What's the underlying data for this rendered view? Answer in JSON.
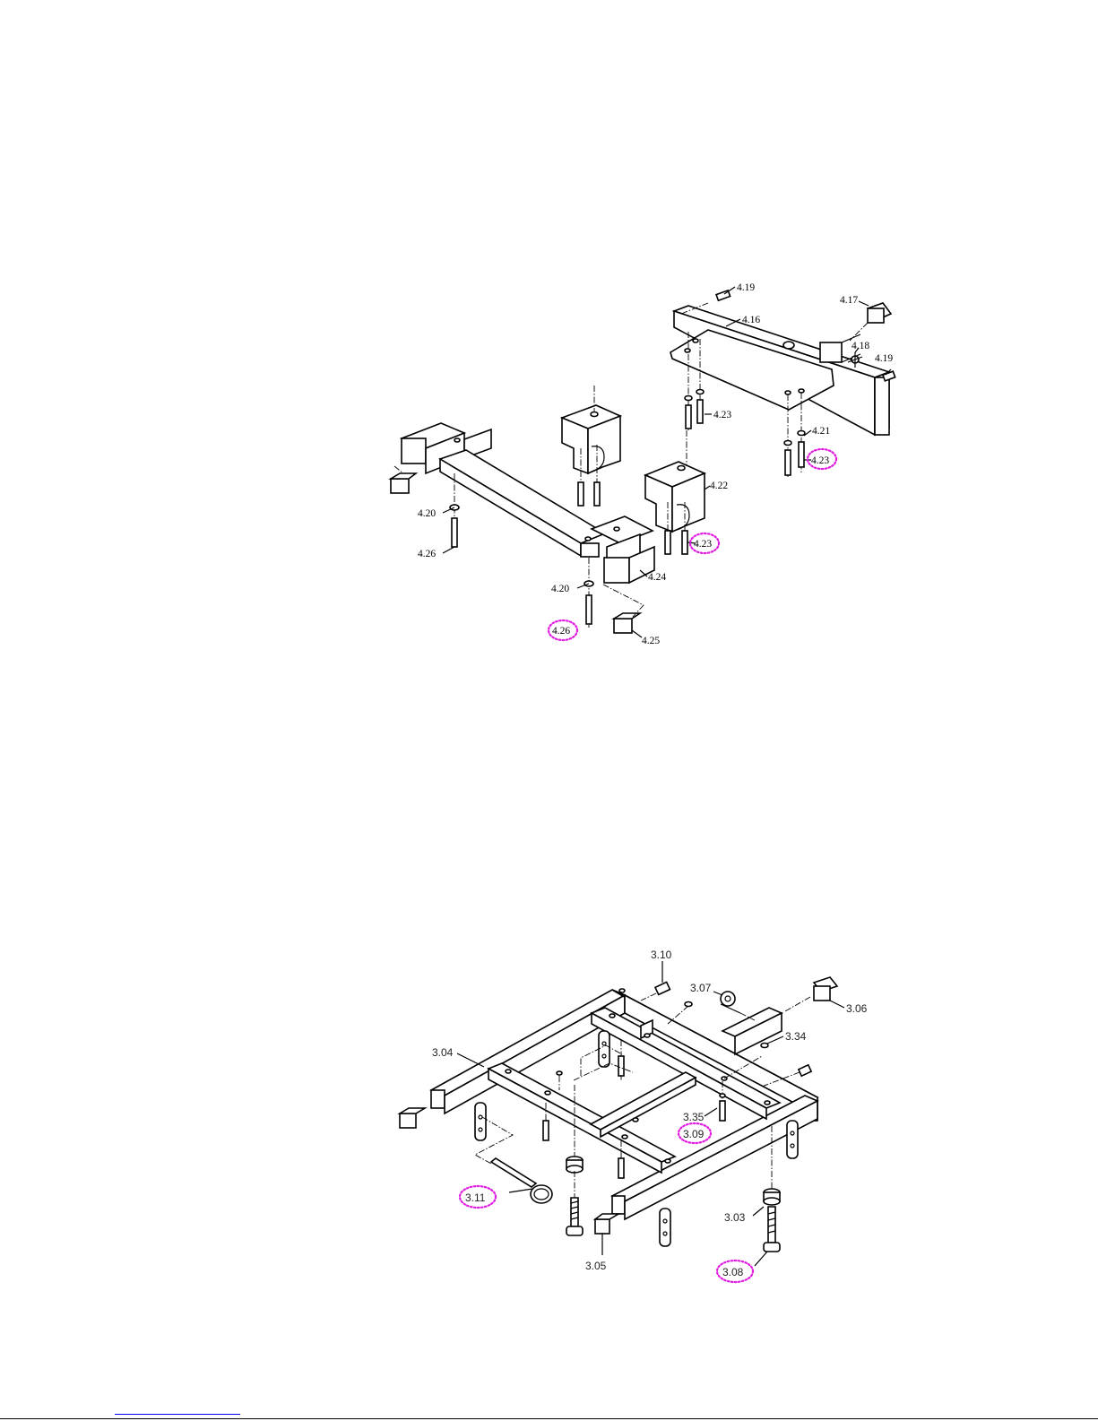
{
  "highlight_color": "#e21be2",
  "top_assembly": {
    "labels": [
      "4.19",
      "4.17",
      "4.16",
      "4.18",
      "4.19",
      "4.23",
      "4.21",
      "4.23",
      "4.22",
      "4.23",
      "4.20",
      "4.26",
      "4.24",
      "4.20",
      "4.26",
      "4.25"
    ],
    "highlighted": [
      "4.23",
      "4.23",
      "4.26"
    ]
  },
  "bottom_assembly": {
    "labels": [
      "3.10",
      "3.07",
      "3.06",
      "3.34",
      "3.04",
      "3.35",
      "3.09",
      "3.11",
      "3.03",
      "3.05",
      "3.08"
    ],
    "highlighted": [
      "3.09",
      "3.11",
      "3.08"
    ]
  }
}
